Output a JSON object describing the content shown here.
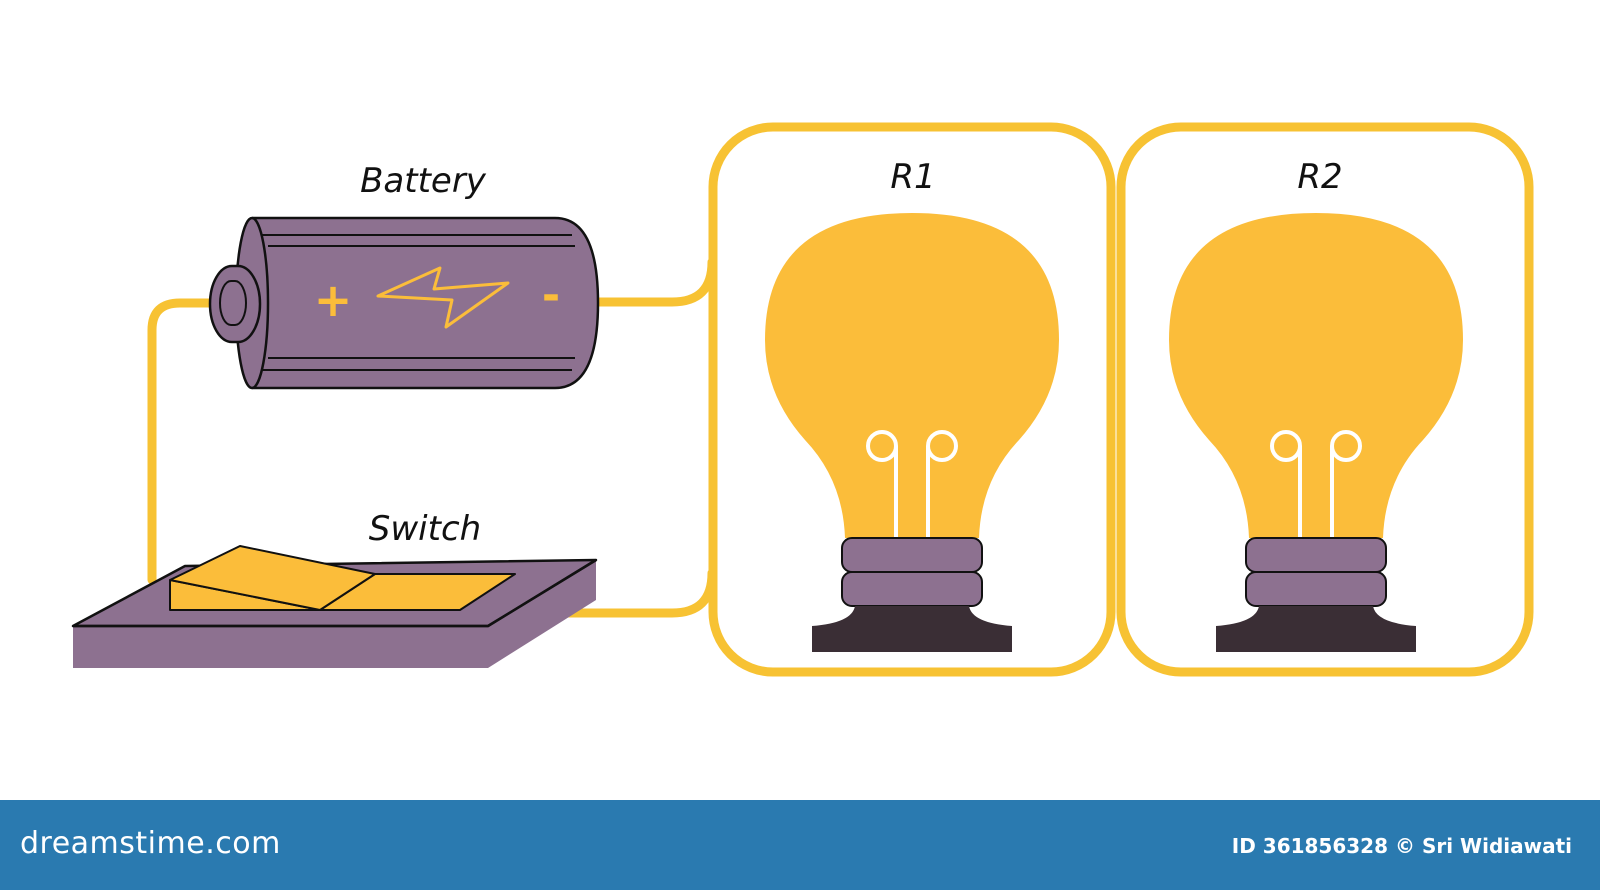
{
  "labels": {
    "battery": "Battery",
    "switch": "Switch",
    "r1": "R1",
    "r2": "R2"
  },
  "battery_terminals": {
    "positive": "+",
    "negative": "-"
  },
  "watermark": {
    "site": "dreamstime.com",
    "credit": "ID 361856328 © Sri Widiawati"
  },
  "colors": {
    "wire": "#f7c233",
    "battery_body": "#8d7190",
    "bulb_glass": "#fbbd3a",
    "bulb_base": "#8d7190",
    "bulb_foot": "#3a2e35",
    "switch_base": "#8d7190",
    "switch_lever": "#fbbd3a",
    "footer": "#2a7ab0"
  }
}
